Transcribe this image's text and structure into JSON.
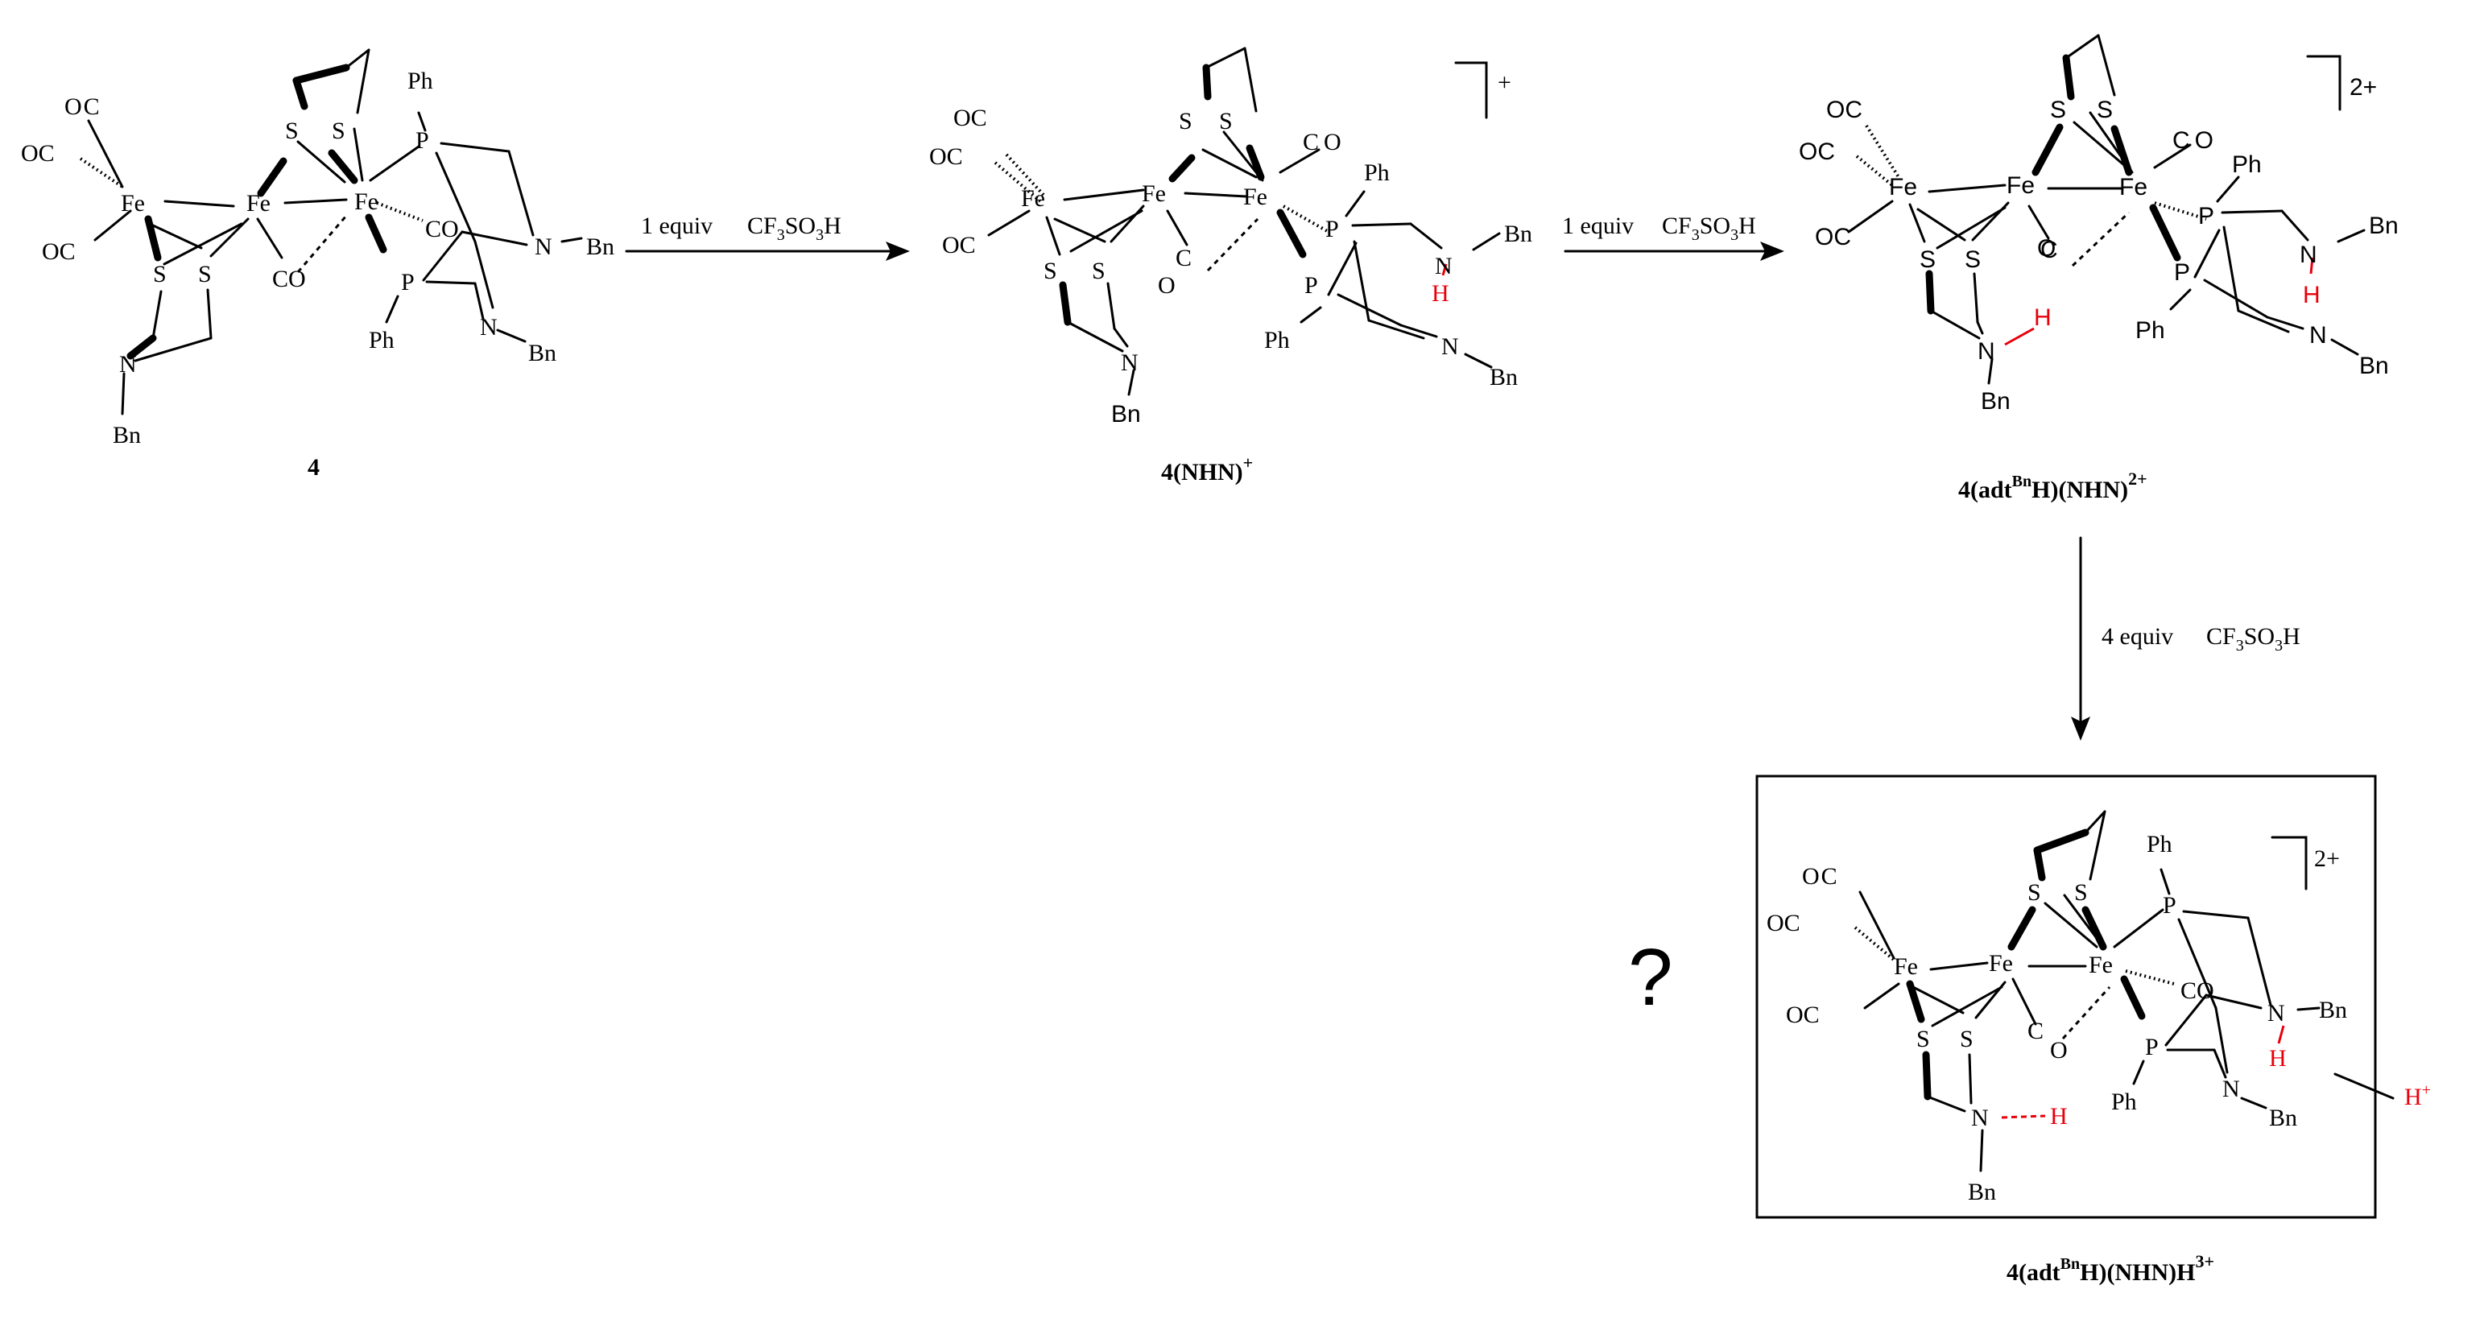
{
  "compounds": {
    "c4": {
      "label": "4"
    },
    "c4nhn": {
      "label": "4(NHN)",
      "charge": "+"
    },
    "c4adt": {
      "label_pre": "4(adt",
      "label_sup": "Bn",
      "label_post": "H)(NHN)",
      "charge": "2+"
    },
    "c4adth": {
      "label_pre": "4(adt",
      "label_sup": "Bn",
      "label_post": "H)(NHN)H",
      "charge": "3+"
    }
  },
  "arrows": {
    "a1": {
      "equiv": "1 equiv",
      "reagent": {
        "a": "CF",
        "b": "3",
        "c": "SO",
        "d": "3",
        "e": "H"
      }
    },
    "a2": {
      "equiv": "1 equiv",
      "reagent": {
        "a": "CF",
        "b": "3",
        "c": "SO",
        "d": "3",
        "e": "H"
      }
    },
    "a3": {
      "equiv": "4 equiv",
      "reagent": {
        "a": "CF",
        "b": "3",
        "c": "SO",
        "d": "3",
        "e": "H"
      }
    }
  },
  "question_mark": "?",
  "atoms": {
    "fe": "Fe",
    "s": "S",
    "p": "P",
    "n": "N",
    "h": "H",
    "hplus": "H",
    "co": "CO",
    "oc": "OC",
    "c": "C",
    "o": "O",
    "ph": "Ph",
    "bn": "Bn",
    "plus": "+"
  },
  "charges": {
    "one": "+",
    "two": "2+"
  },
  "colors": {
    "protonated_h": "#e8000b",
    "lines": "#000000"
  }
}
